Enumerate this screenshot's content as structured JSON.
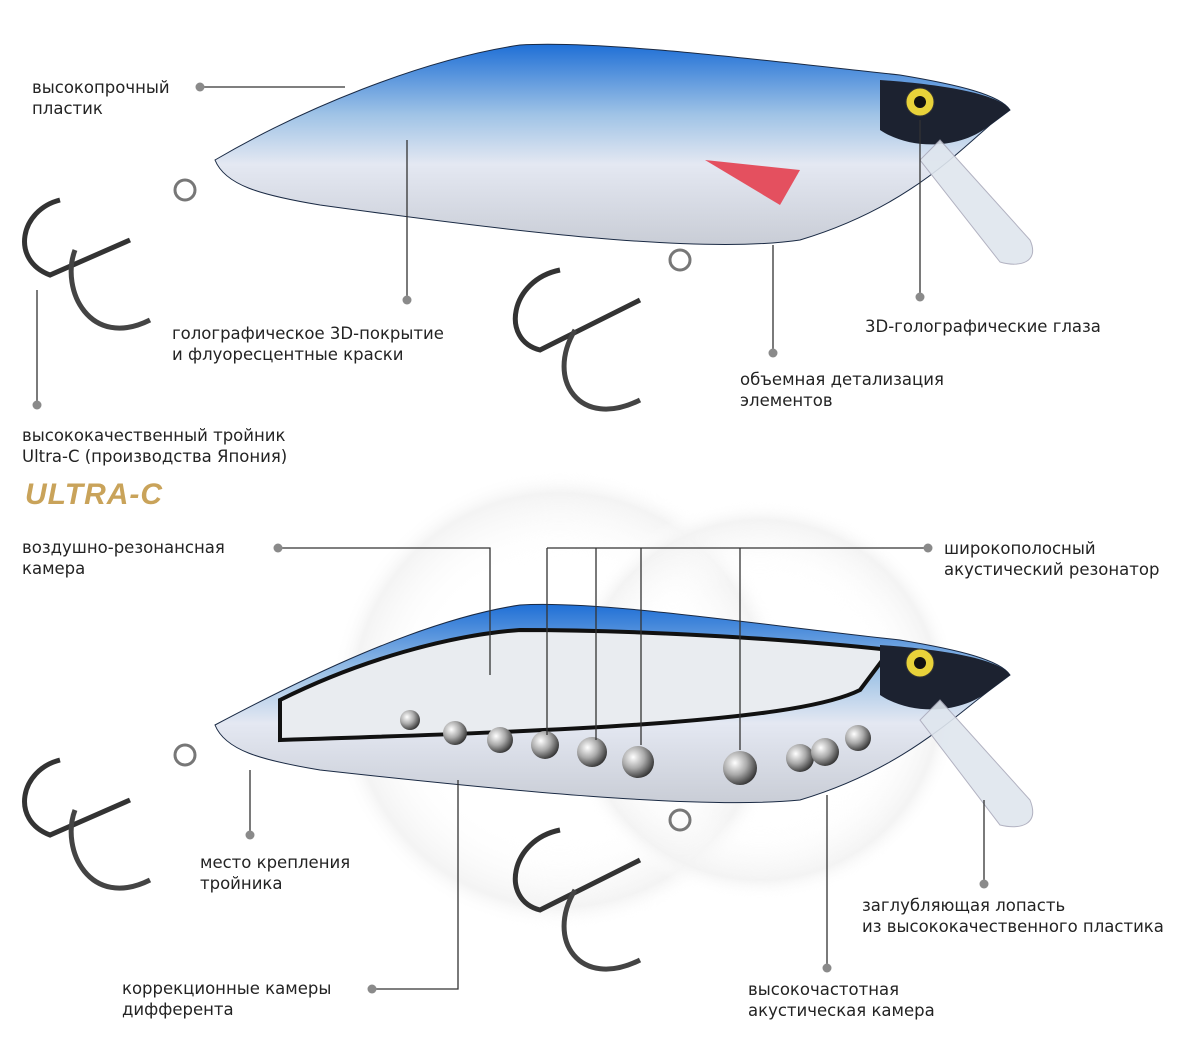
{
  "title": "Lure features diagram",
  "labels": {
    "plastic": [
      "высокопрочный",
      "пластик"
    ],
    "coating": [
      "голографическое 3D-покрытие",
      "и флуоресцентные краски"
    ],
    "eyes": [
      "3D-голографические глаза"
    ],
    "detail": [
      "объемная детализация",
      "элементов"
    ],
    "hook": [
      "высококачественный тройник",
      "Ultra-C (производства Япония)"
    ],
    "air_chamber": [
      "воздушно-резонансная",
      "камера"
    ],
    "resonator": [
      "широкополосный",
      "акустический резонатор"
    ],
    "hook_mount": [
      "место крепления",
      "тройника"
    ],
    "lip": [
      "заглубляющая лопасть",
      "из высококачественного пластика"
    ],
    "trim": [
      "коррекционные камеры",
      "дифферента"
    ],
    "hf_chamber": [
      "высокочастотная",
      "акустическая камера"
    ]
  },
  "logo_text": "ULTRA-C",
  "colors": {
    "accent_blue": "#1f6fd6",
    "logo_gold": "#c9a35a",
    "line": "#333333",
    "dot": "#8a8a8a"
  }
}
